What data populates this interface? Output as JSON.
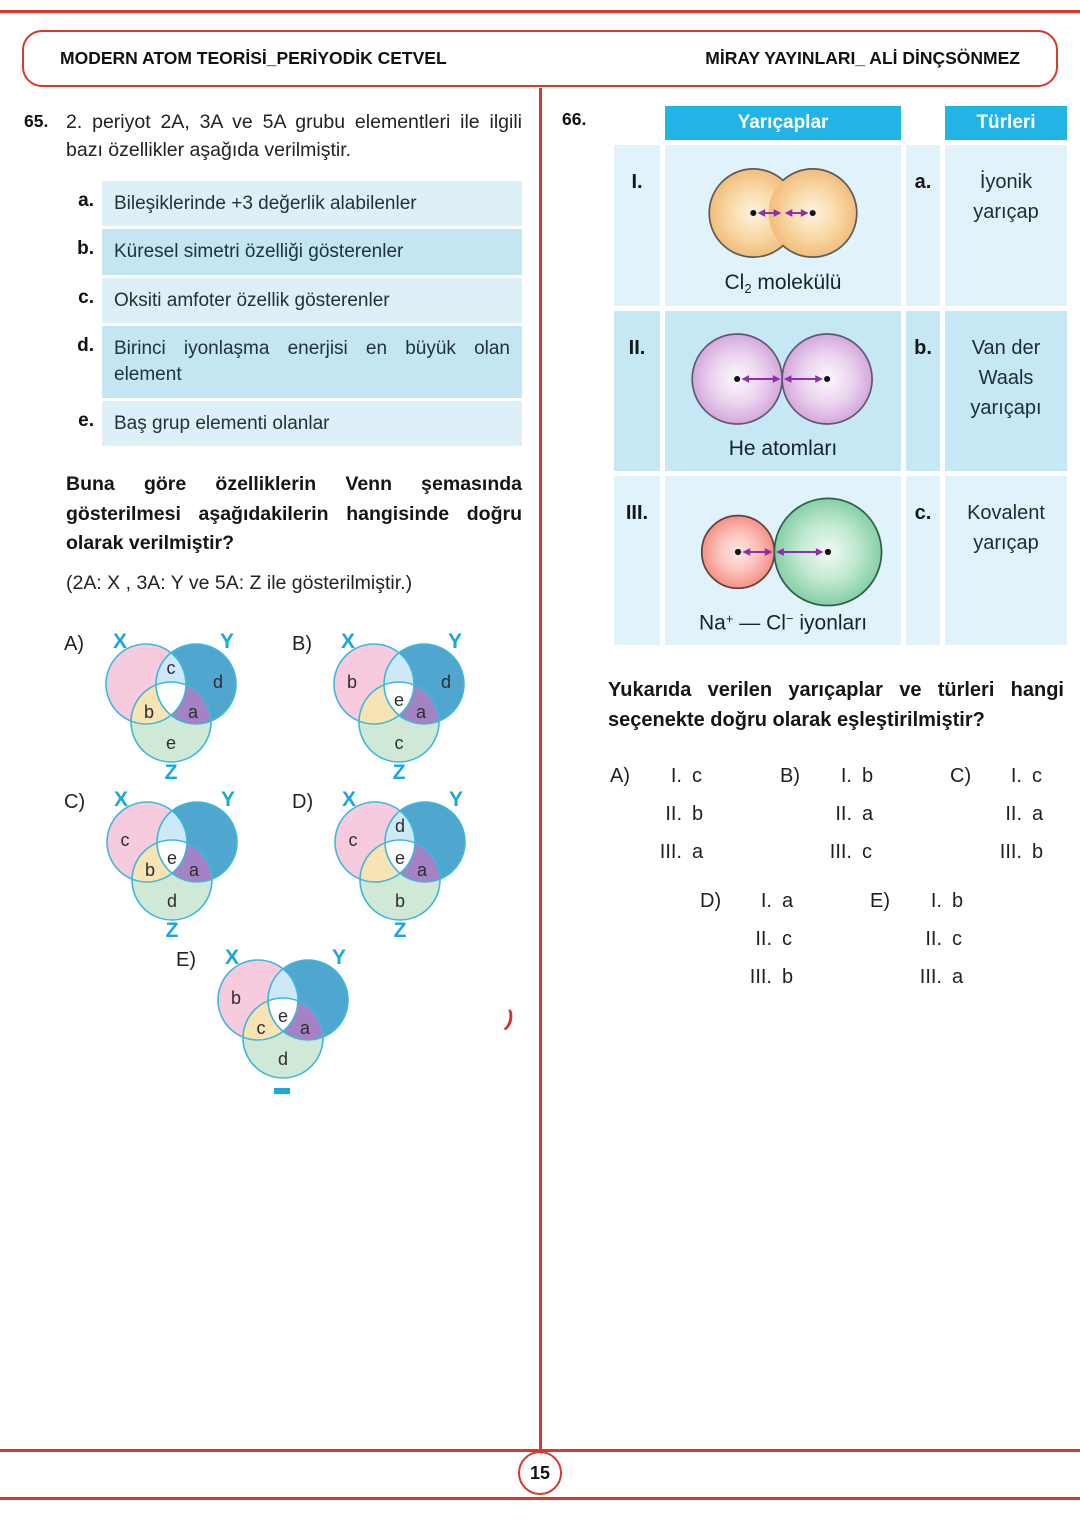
{
  "page": {
    "header_left": "MODERN ATOM TEORİSİ_PERİYODİK CETVEL",
    "header_right": "MİRAY YAYINLARI_ ALİ DİNÇSÖNMEZ",
    "page_number": "15",
    "stray_mark": ")"
  },
  "colors": {
    "accent_red": "#d8392e",
    "cyan_header": "#22b4e4",
    "cell_light": "#e1f3fa",
    "cell_dark": "#c6e8f4",
    "item_light": "#ddf0f8",
    "item_dark": "#c3e6f2",
    "venn": {
      "x": "#f8cade",
      "y": "#4fa6cf",
      "z": "#cfe9d6",
      "xy": "#cde9f7",
      "xz": "#f7e3b3",
      "yz": "#a581c5",
      "outline": "#3eb8da",
      "label": "#1aa7d9"
    },
    "molecules": {
      "arrow": "#9030a8",
      "cl2_fill": "#f1bd7d",
      "he_fill": "#d4a8dc",
      "na_fill": "#f59085",
      "cl_ion_fill": "#86cfa6"
    }
  },
  "q65": {
    "number": "65.",
    "intro": "2. periyot 2A, 3A ve 5A grubu elementleri ile ilgili bazı özellikler aşağıda verilmiştir.",
    "items": [
      {
        "label": "a.",
        "text": "Bileşiklerinde +3 değerlik alabilenler",
        "shade": "light"
      },
      {
        "label": "b.",
        "text": "Küresel simetri özelliği gösterenler",
        "shade": "dark"
      },
      {
        "label": "c.",
        "text": "Oksiti amfoter özellik gösterenler",
        "shade": "light"
      },
      {
        "label": "d.",
        "text": "Birinci iyonlaşma enerjisi en büyük olan element",
        "shade": "dark"
      },
      {
        "label": "e.",
        "text": "Baş grup elementi olanlar",
        "shade": "light"
      }
    ],
    "stem": "Buna göre özelliklerin Venn şemasında gösterilmesi aşağıdakilerin hangisinde doğru olarak verilmiştir?",
    "note": "(2A: X , 3A: Y ve 5A: Z ile gösterilmiştir.)",
    "set_labels": {
      "x": "X",
      "y": "Y",
      "z": "Z"
    },
    "options": [
      {
        "label": "A)",
        "regions": {
          "x": "",
          "y": "d",
          "z": "e",
          "xy": "c",
          "xz": "b",
          "yz": "a",
          "center": ""
        }
      },
      {
        "label": "B)",
        "regions": {
          "x": "b",
          "y": "d",
          "z": "c",
          "xy": "",
          "xz": "",
          "yz": "a",
          "center": "e"
        }
      },
      {
        "label": "C)",
        "regions": {
          "x": "c",
          "y": "",
          "z": "d",
          "xy": "",
          "xz": "b",
          "yz": "a",
          "center": "e"
        }
      },
      {
        "label": "D)",
        "regions": {
          "x": "c",
          "y": "",
          "z": "b",
          "xy": "d",
          "xz": "",
          "yz": "a",
          "center": "e"
        }
      },
      {
        "label": "E)",
        "regions": {
          "x": "b",
          "y": "",
          "z": "d",
          "xy": "",
          "xz": "c",
          "yz": "a",
          "center": "e"
        },
        "z_stub": true
      }
    ]
  },
  "q66": {
    "number": "66.",
    "table": {
      "headers": [
        "Yarıçaplar",
        "Türleri"
      ],
      "rows": [
        {
          "roman": "I.",
          "molecule": "cl2",
          "caption": [
            {
              "t": "Cl"
            },
            {
              "t": "2",
              "s": "sub"
            },
            {
              "t": " molekülü"
            }
          ],
          "letter": "a.",
          "type_lines": [
            "İyonik",
            "yarıçap"
          ],
          "shade": "light"
        },
        {
          "roman": "II.",
          "molecule": "he",
          "caption": [
            {
              "t": "He atomları"
            }
          ],
          "letter": "b.",
          "type_lines": [
            "Van der",
            "Waals",
            "yarıçapı"
          ],
          "shade": "dark"
        },
        {
          "roman": "III.",
          "molecule": "nacl",
          "caption": [
            {
              "t": "Na"
            },
            {
              "t": "+",
              "s": "sup"
            },
            {
              "t": " — Cl"
            },
            {
              "t": "−",
              "s": "sup"
            },
            {
              "t": " iyonları"
            }
          ],
          "letter": "c.",
          "type_lines": [
            "Kovalent",
            "yarıçap"
          ],
          "shade": "light"
        }
      ]
    },
    "stem": "Yukarıda verilen yarıçaplar ve türleri hangi seçenekte doğru olarak eşleştirilmiştir?",
    "options": [
      {
        "label": "A)",
        "pairs": [
          [
            "I.",
            "c"
          ],
          [
            "II.",
            "b"
          ],
          [
            "III.",
            "a"
          ]
        ]
      },
      {
        "label": "B)",
        "pairs": [
          [
            "I.",
            "b"
          ],
          [
            "II.",
            "a"
          ],
          [
            "III.",
            "c"
          ]
        ]
      },
      {
        "label": "C)",
        "pairs": [
          [
            "I.",
            "c"
          ],
          [
            "II.",
            "a"
          ],
          [
            "III.",
            "b"
          ]
        ]
      },
      {
        "label": "D)",
        "pairs": [
          [
            "I.",
            "a"
          ],
          [
            "II.",
            "c"
          ],
          [
            "III.",
            "b"
          ]
        ]
      },
      {
        "label": "E)",
        "pairs": [
          [
            "I.",
            "b"
          ],
          [
            "II.",
            "c"
          ],
          [
            "III.",
            "a"
          ]
        ]
      }
    ]
  }
}
